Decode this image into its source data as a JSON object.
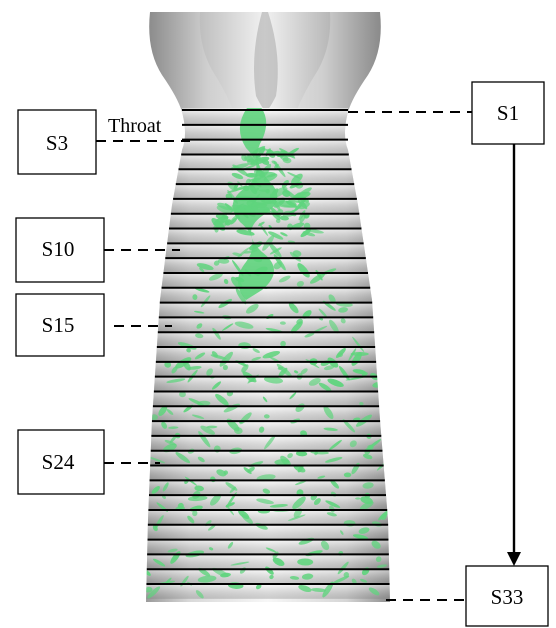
{
  "figure": {
    "throat_label": "Throat",
    "section_count": 33,
    "labels": {
      "s1": "S1",
      "s3": "S3",
      "s10": "S10",
      "s15": "S15",
      "s24": "S24",
      "s33": "S33"
    },
    "colors": {
      "vortex_green": "#5fd47d",
      "nozzle_gray": "#c8c8c8",
      "section_line": "#000000",
      "box_border": "#000000"
    }
  }
}
